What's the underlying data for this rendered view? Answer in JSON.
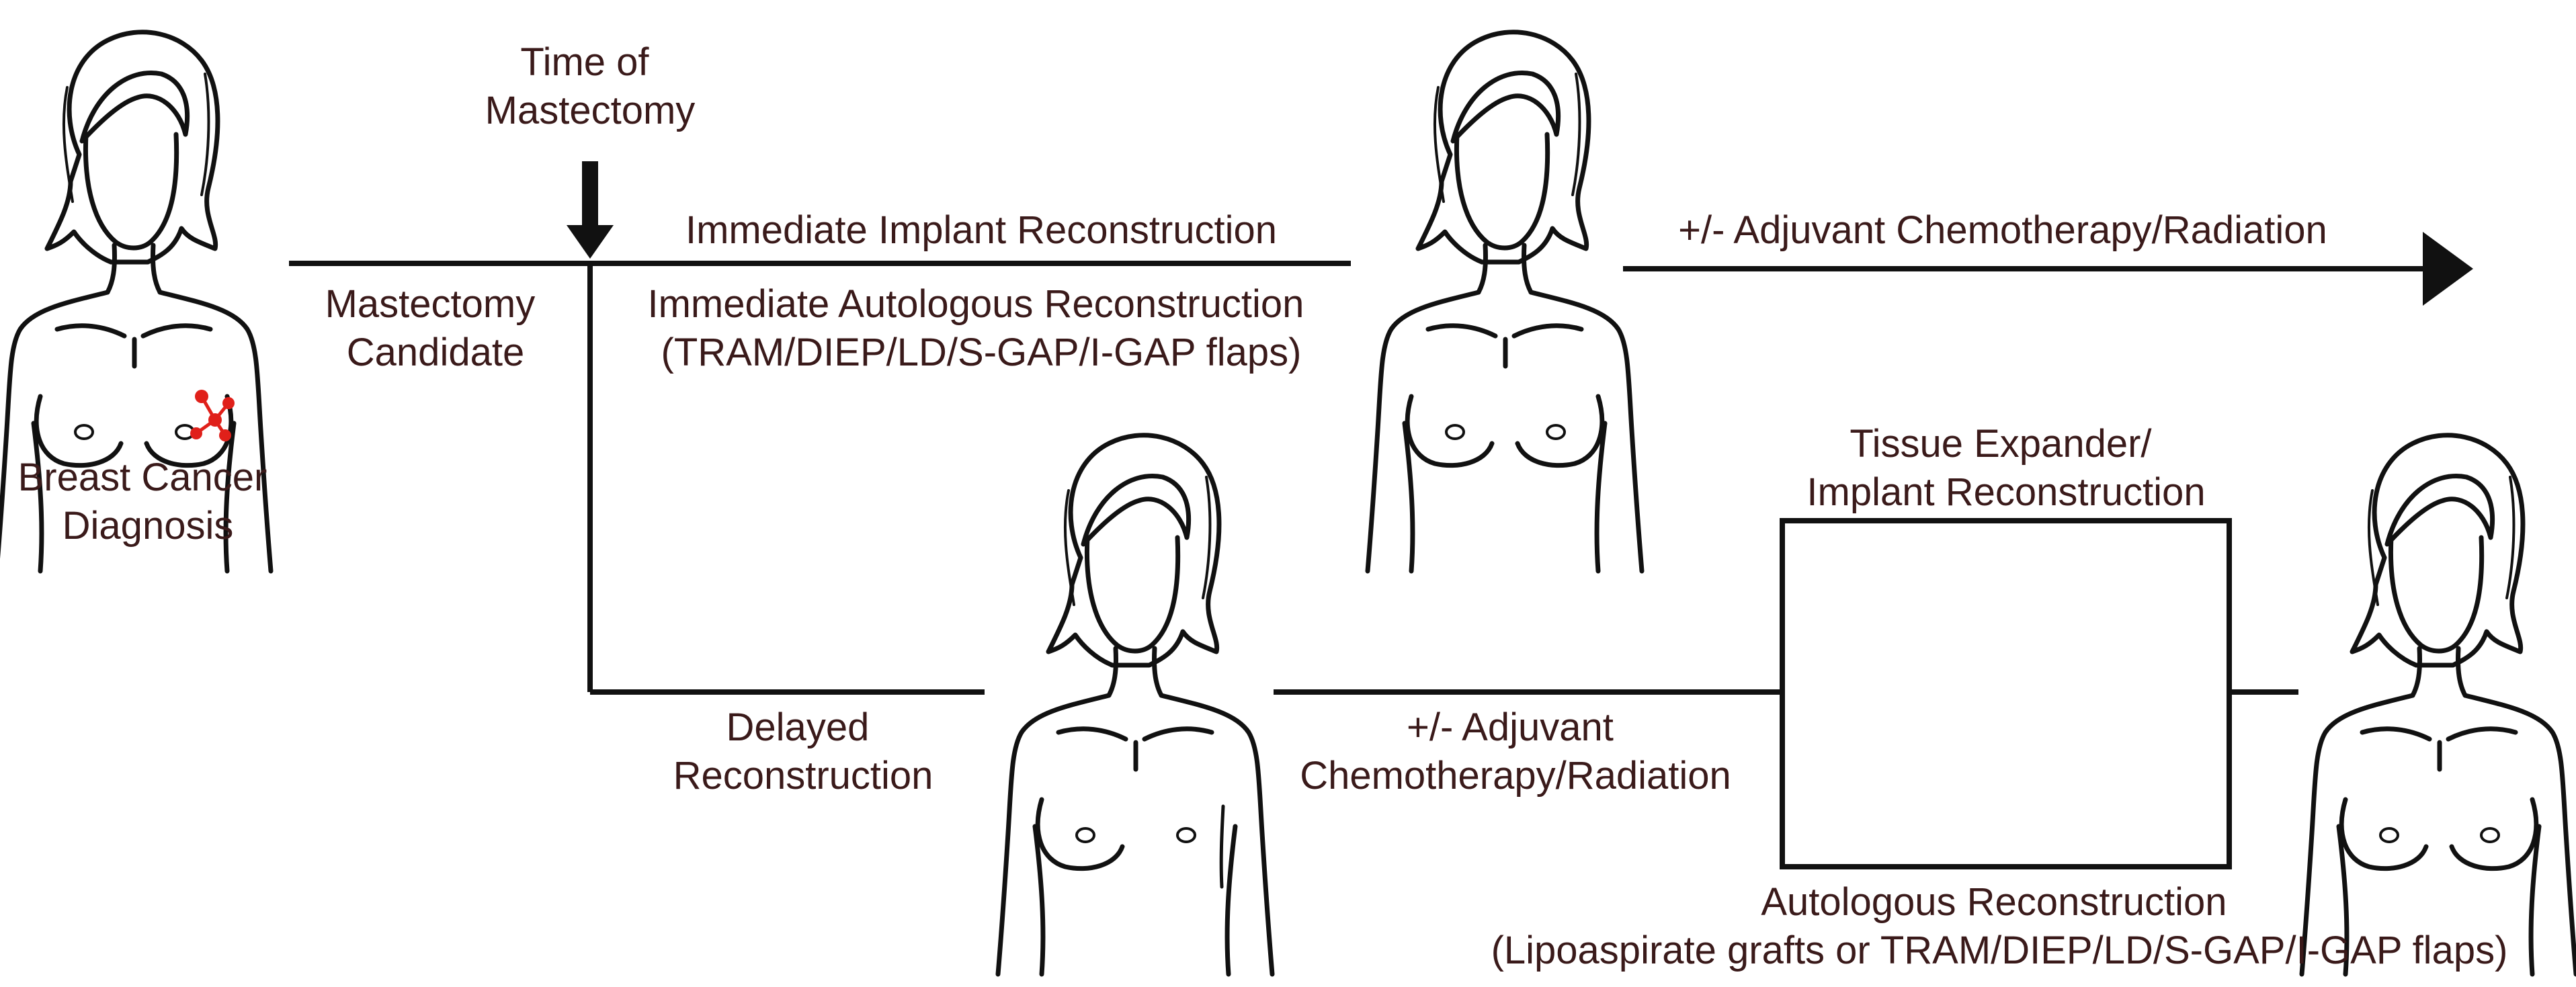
{
  "labels": {
    "diagnosis": [
      "Breast Cancer",
      "Diagnosis"
    ],
    "time_of_mastectomy": [
      "Time of",
      "Mastectomy"
    ],
    "mastectomy_candidate": [
      "Mastectomy",
      "Candidate"
    ],
    "immediate_implant": "Immediate Implant Reconstruction",
    "immediate_autologous": [
      "Immediate Autologous Reconstruction",
      "(TRAM/DIEP/LD/S-GAP/I-GAP flaps)"
    ],
    "adjuvant_top": "+/- Adjuvant Chemotherapy/Radiation",
    "delayed": [
      "Delayed",
      "Reconstruction"
    ],
    "adjuvant_bottom": [
      "+/- Adjuvant",
      "Chemotherapy/Radiation"
    ],
    "tissue_expander": [
      "Tissue Expander/",
      "Implant Reconstruction"
    ],
    "autologous_delayed": [
      "Autologous Reconstruction",
      "(Lipoaspirate grafts or TRAM/DIEP/LD/S-GAP/I-GAP flaps)"
    ]
  },
  "figures": [
    {
      "id": "diagnosis",
      "state": "tumor"
    },
    {
      "id": "immediate",
      "state": "reconstructed"
    },
    {
      "id": "delayed",
      "state": "mastectomy"
    },
    {
      "id": "final",
      "state": "reconstructed"
    }
  ],
  "colors": {
    "tumor": "#e0201a",
    "text": "#3a1a1a",
    "line": "#111111"
  }
}
